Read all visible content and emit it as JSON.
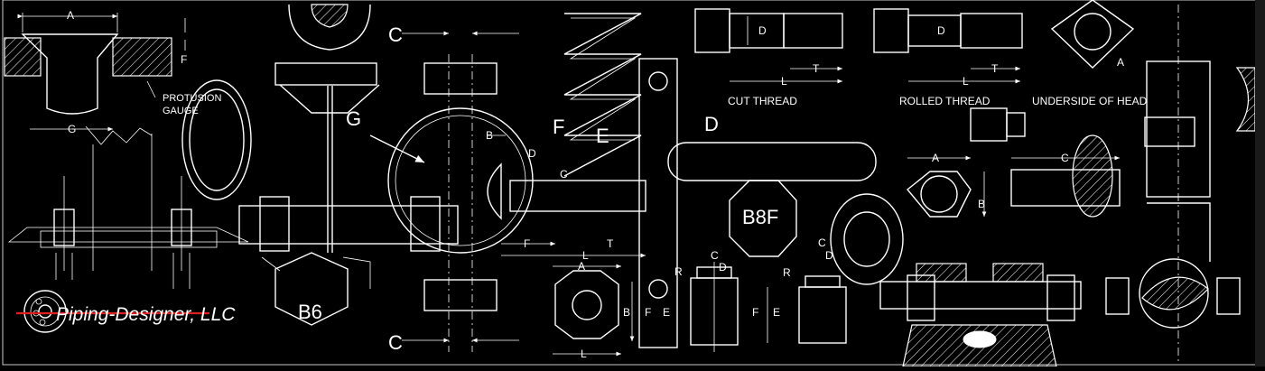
{
  "banner": {
    "labels": {
      "a1": "A",
      "f1": "F",
      "g1": "G",
      "protusion": "PROTUSION",
      "gauge": "GAUGE",
      "c_top": "C",
      "c_bottom": "C",
      "g2": "G",
      "b1": "B",
      "d1": "D",
      "c1": "C",
      "f2": "F",
      "l1": "L",
      "t1": "T",
      "f3": "F",
      "e1": "E",
      "d_big": "D",
      "d_cut": "D",
      "t_cut": "T",
      "l_cut": "L",
      "cut_thread": "CUT THREAD",
      "d_roll": "D",
      "t_roll": "T",
      "l_roll": "L",
      "rolled_thread": "ROLLED THREAD",
      "underside": "UNDERSIDE OF HEAD",
      "a_diamond": "A",
      "a_nut": "A",
      "b_nut": "B",
      "c_cyl": "C",
      "a_slot": "A",
      "b_slot": "B",
      "l_slot": "L",
      "f_washer": "F",
      "e_washer": "E",
      "r1": "R",
      "c2": "C",
      "d2": "D",
      "r2": "R",
      "f4": "F",
      "e2": "E",
      "c3": "C",
      "d3": "D",
      "b6": "B6",
      "b8f": "B8F"
    },
    "logo": {
      "text": "Piping-Designer, LLC",
      "accent_color": "#e02020"
    }
  }
}
